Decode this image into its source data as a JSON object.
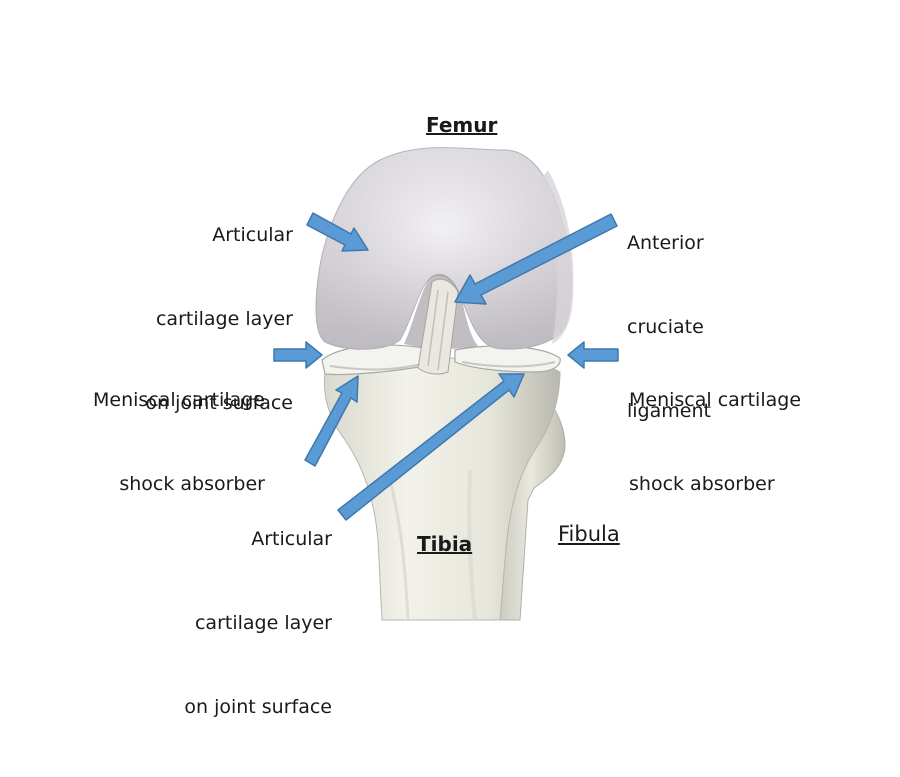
{
  "labels": {
    "femur": "Femur",
    "tibia": "Tibia",
    "fibula": "Fibula",
    "articular_top": [
      "Articular",
      "cartilage layer",
      "on joint surface"
    ],
    "acl": [
      "Anterior",
      "cruciate",
      "ligament"
    ],
    "meniscal_left": [
      "Meniscal cartilage",
      "shock absorber"
    ],
    "meniscal_right": [
      "Meniscal cartilage",
      "shock absorber"
    ],
    "articular_bottom": [
      "Articular",
      "cartilage layer",
      "on joint surface"
    ]
  },
  "colors": {
    "arrow_fill": "#5b9bd5",
    "arrow_stroke": "#3f78ad",
    "bone_light": "#eeeee8",
    "bone_shadow": "#b9b9b2",
    "femur": "#e2dfe4",
    "cartilage": "#f4f4f2"
  }
}
